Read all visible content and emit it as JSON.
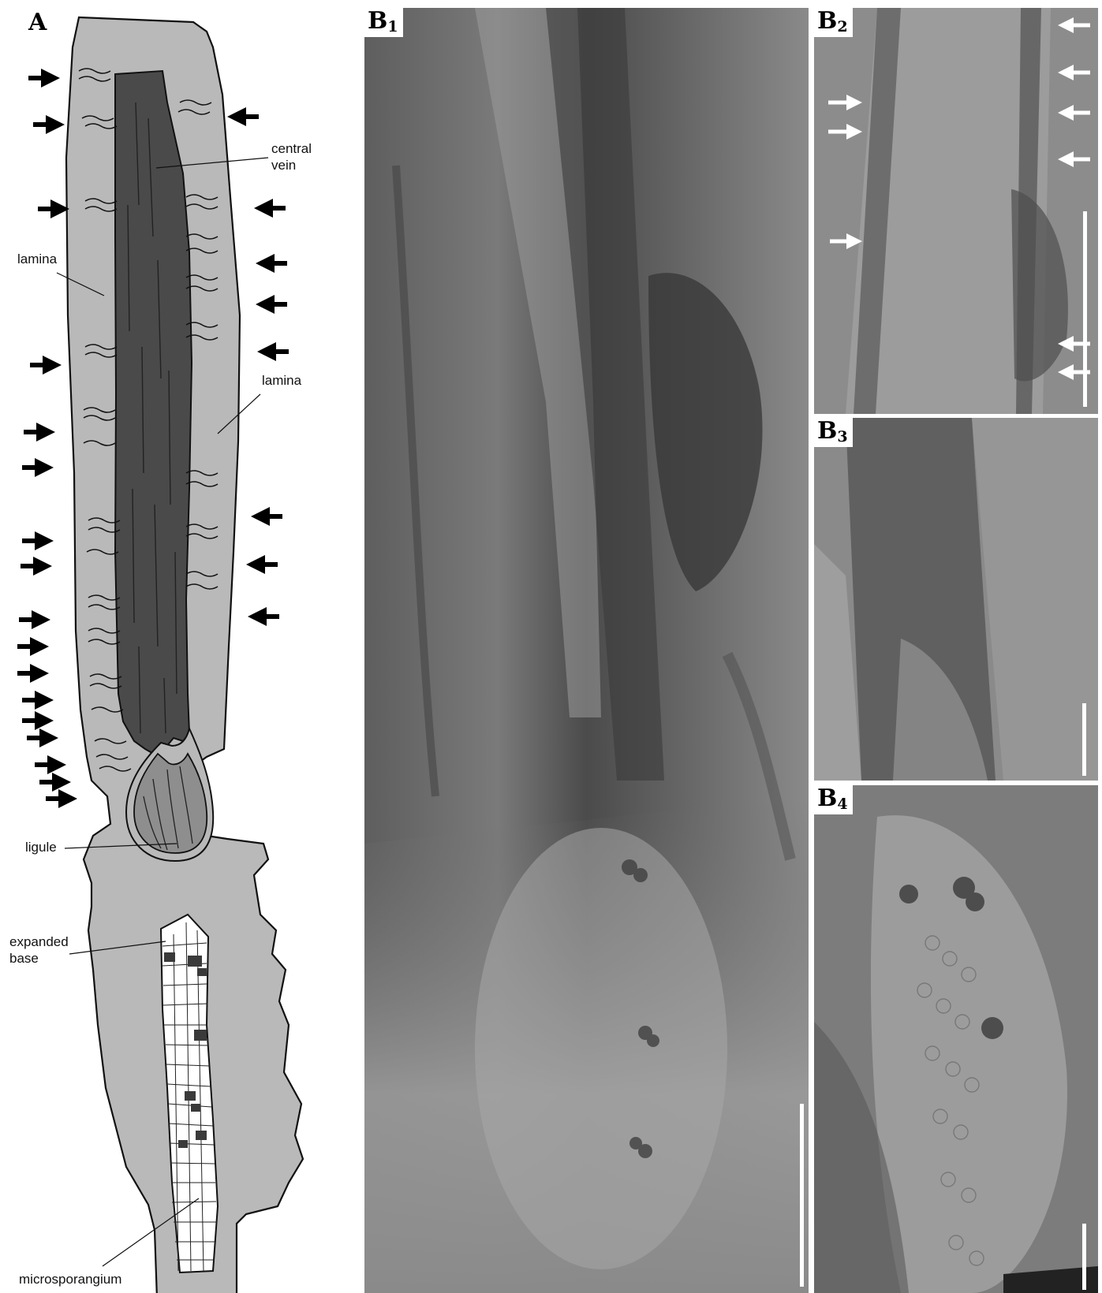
{
  "panels": {
    "A": {
      "label": "A"
    },
    "B1": {
      "label": "B",
      "sub": "1"
    },
    "B2": {
      "label": "B",
      "sub": "2"
    },
    "B3": {
      "label": "B",
      "sub": "3"
    },
    "B4": {
      "label": "B",
      "sub": "4"
    }
  },
  "callouts": {
    "central_vein": {
      "line1": "central",
      "line2": "vein"
    },
    "lamina_left": "lamina",
    "lamina_right": "lamina",
    "ligule": "ligule",
    "expanded_base": {
      "line1": "expanded",
      "line2": "base"
    },
    "microsporangium": "microsporangium"
  },
  "colors": {
    "lamina_fill": "#b9b9b9",
    "vein_fill": "#4a4a4a",
    "ligule_fill": "#8e8e8e",
    "sporangium_cells": "#ffffff",
    "dark_cells": "#3a3a3a"
  }
}
